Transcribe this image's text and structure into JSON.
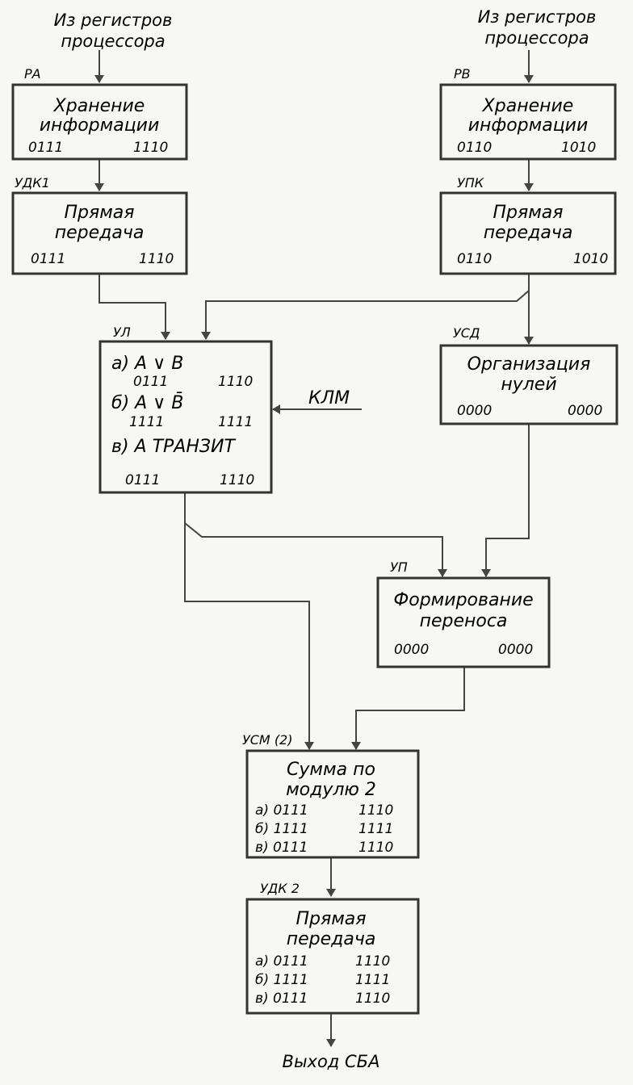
{
  "inputs": {
    "left": [
      "Из регистров",
      "процессора"
    ],
    "right": [
      "Из регистров",
      "процессора"
    ]
  },
  "blocks": {
    "ra": {
      "label": "РА",
      "title": [
        "Хранение",
        "информации"
      ],
      "bits": [
        "0111",
        "1110"
      ]
    },
    "rb": {
      "label": "РВ",
      "title": [
        "Хранение",
        "информации"
      ],
      "bits": [
        "0110",
        "1010"
      ]
    },
    "udk1": {
      "label": "УДК1",
      "title": [
        "Прямая",
        "передача"
      ],
      "bits": [
        "0111",
        "1110"
      ]
    },
    "upk": {
      "label": "УПК",
      "title": [
        "Прямая",
        "передача"
      ],
      "bits": [
        "0110",
        "1010"
      ]
    },
    "ul": {
      "label": "УЛ",
      "lines": [
        "а)  А ∨ В",
        "0111",
        "1110",
        "б)   А ∨ В̄",
        "1111",
        "1111",
        "в) А ТРАНЗИТ",
        "0111",
        "1110"
      ]
    },
    "usd": {
      "label": "УСД",
      "title": [
        "Организация",
        "нулей"
      ],
      "bits": [
        "0000",
        "0000"
      ]
    },
    "klm": "КЛМ",
    "up": {
      "label": "УП",
      "title": [
        "Формирование",
        "переноса"
      ],
      "bits": [
        "0000",
        "0000"
      ]
    },
    "usm": {
      "label": "УСМ (2)",
      "title": [
        "Сумма  по",
        "модулю  2"
      ],
      "rows": [
        [
          "а) 0111",
          "1110"
        ],
        [
          "б) 1111",
          "1111"
        ],
        [
          "в) 0111",
          "1110"
        ]
      ]
    },
    "udk2": {
      "label": "УДК 2",
      "title": [
        "Прямая",
        "передача"
      ],
      "rows": [
        [
          "а) 0111",
          "1110"
        ],
        [
          "б) 1111",
          "1111"
        ],
        [
          "в) 0111",
          "1110"
        ]
      ]
    }
  },
  "output": "Выход  СБА"
}
